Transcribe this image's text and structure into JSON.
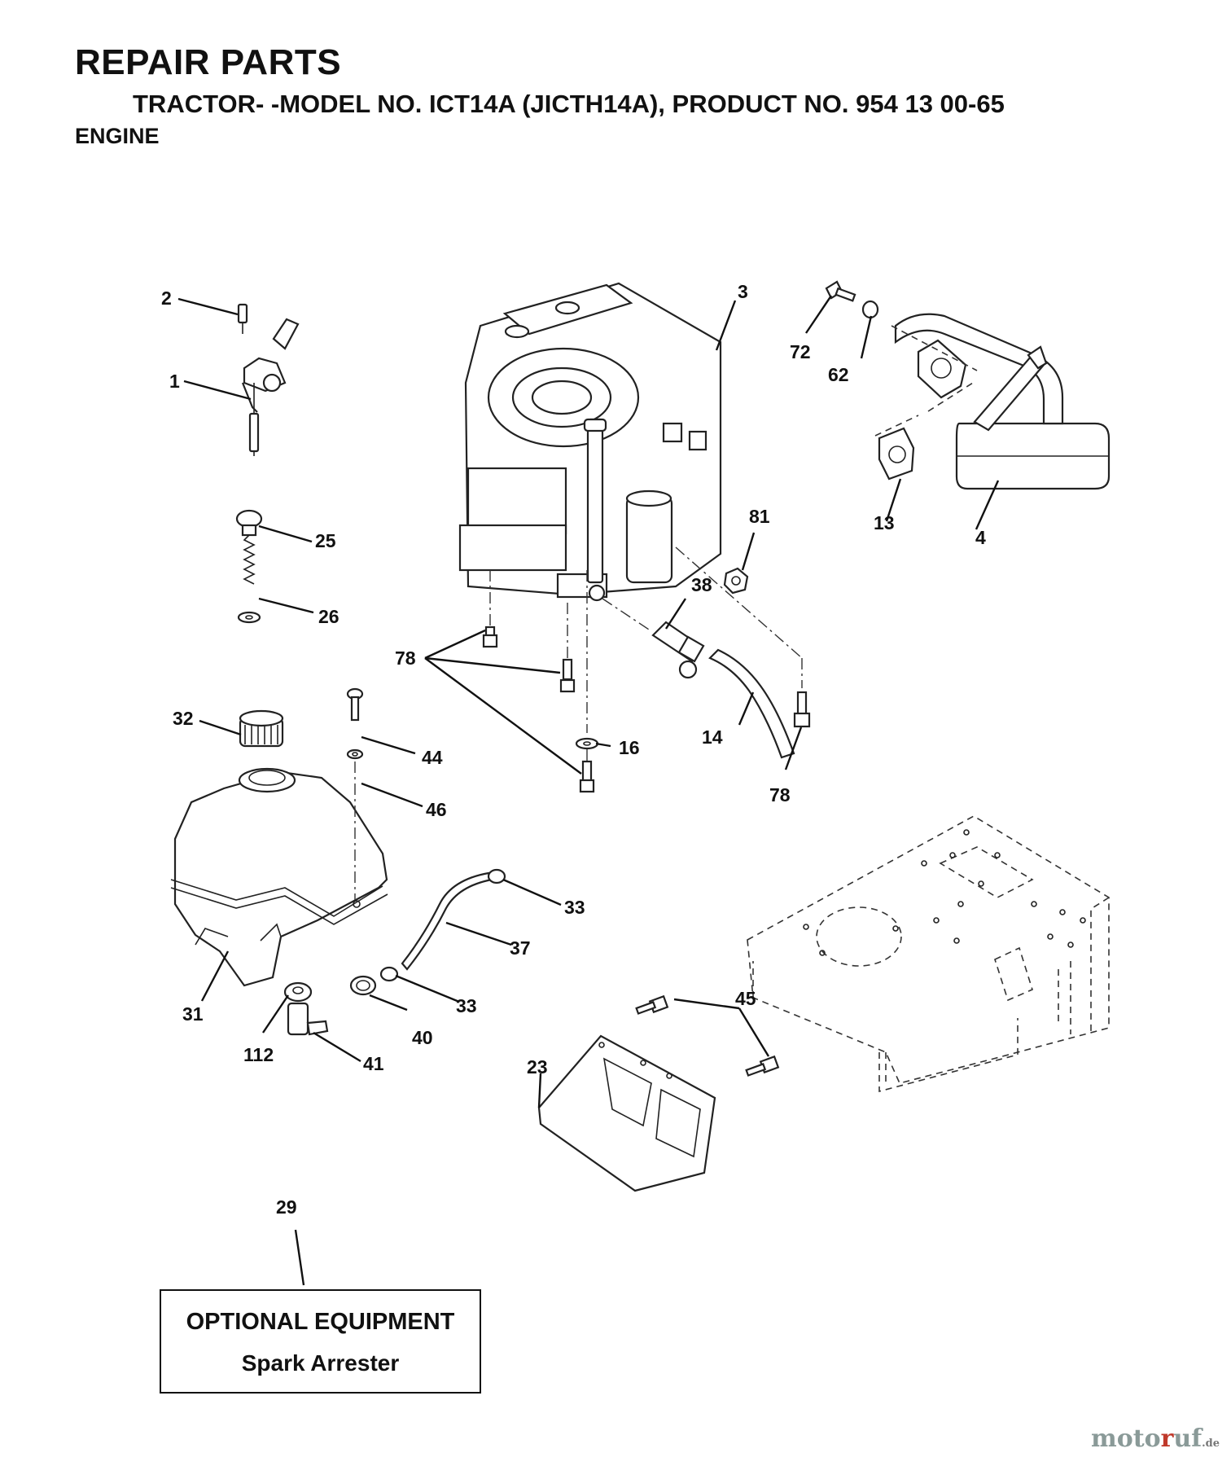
{
  "header": {
    "title": "REPAIR PARTS",
    "subtitle": "TRACTOR- -MODEL NO. ICT14A (JICTH14A), PRODUCT NO. 954 13 00-65",
    "section": "ENGINE"
  },
  "callouts": {
    "c1": "1",
    "c2": "2",
    "c3": "3",
    "c4": "4",
    "c13": "13",
    "c14": "14",
    "c16": "16",
    "c23": "23",
    "c25": "25",
    "c26": "26",
    "c29": "29",
    "c31": "31",
    "c32": "32",
    "c33a": "33",
    "c33b": "33",
    "c37": "37",
    "c38": "38",
    "c40": "40",
    "c41": "41",
    "c44": "44",
    "c45": "45",
    "c46": "46",
    "c62": "62",
    "c72": "72",
    "c78a": "78",
    "c78b": "78",
    "c81": "81",
    "c112": "112"
  },
  "optional_box": {
    "title": "OPTIONAL EQUIPMENT",
    "item": "Spark Arrester"
  },
  "watermark": {
    "brand_start": "moto",
    "brand_accent": "r",
    "brand_end": "uf",
    "tld": ".de"
  }
}
